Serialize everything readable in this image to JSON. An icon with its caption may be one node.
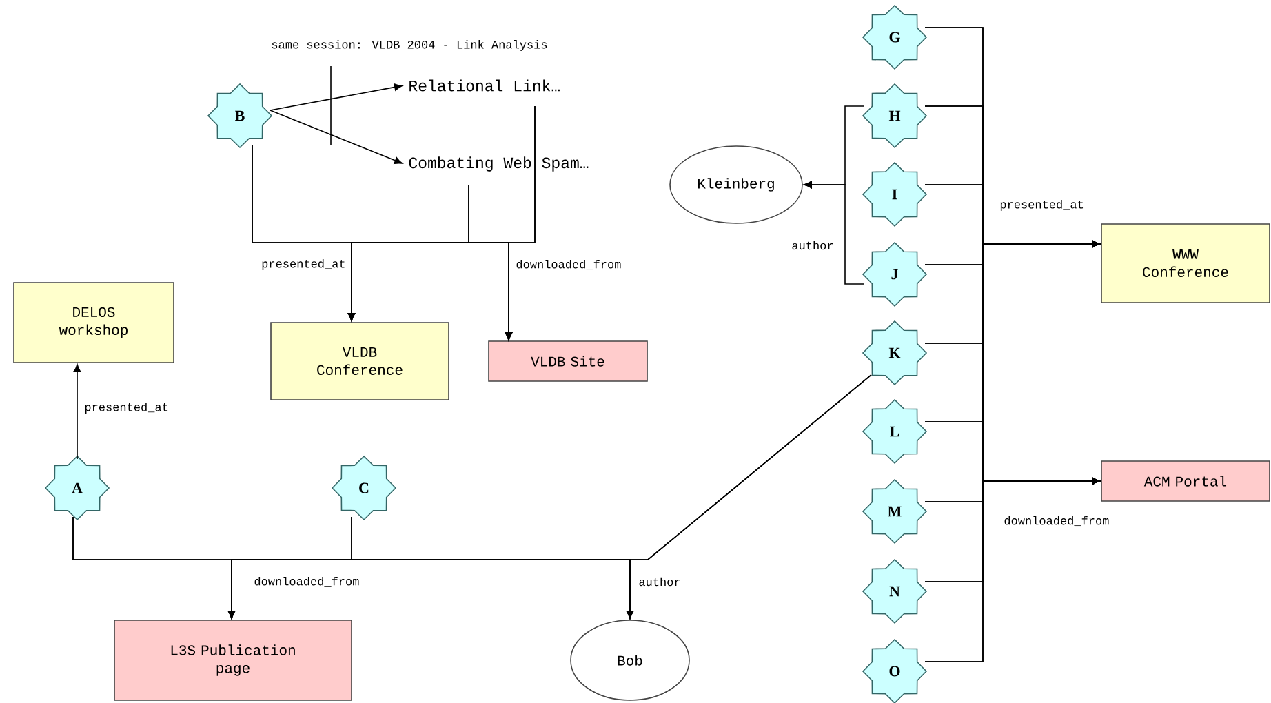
{
  "diagram": {
    "nodes": [
      {
        "text": [
          "B"
        ]
      },
      {
        "text": [
          "Relational Link…"
        ]
      },
      {
        "text": [
          "Combating Web Spam…"
        ]
      },
      {
        "text": [
          "VLDB Conference"
        ]
      },
      {
        "text": [
          "VLDB Site"
        ]
      },
      {
        "text": [
          "DELOS workshop"
        ]
      },
      {
        "text": [
          "A"
        ]
      },
      {
        "text": [
          "C"
        ]
      },
      {
        "text": [
          "L3S Publication page"
        ]
      },
      {
        "text": [
          "Bob"
        ]
      },
      {
        "text": [
          "Kleinberg"
        ]
      },
      {
        "text": [
          "G"
        ]
      },
      {
        "text": [
          "H"
        ]
      },
      {
        "text": [
          "I"
        ]
      },
      {
        "text": [
          "J"
        ]
      },
      {
        "text": [
          "K"
        ]
      },
      {
        "text": [
          "L"
        ]
      },
      {
        "text": [
          "M"
        ]
      },
      {
        "text": [
          "N"
        ]
      },
      {
        "text": [
          "O"
        ]
      },
      {
        "text": [
          "WWW Conference"
        ]
      },
      {
        "text": [
          "ACM Portal"
        ]
      }
    ],
    "edges": [
      {
        "from": 0,
        "to": 1,
        "arrow": "to"
      },
      {
        "from": 0,
        "to": 2,
        "arrow": "to"
      },
      {
        "from": 0,
        "to": 3,
        "arrow": "to",
        "label": "presented_at"
      },
      {
        "from": 0,
        "to": 4,
        "arrow": "to",
        "label": "downloaded_from"
      },
      {
        "from": 2,
        "to": 3,
        "arrow": "to"
      },
      {
        "from": 2,
        "to": 4,
        "arrow": "to"
      },
      {
        "from": 1,
        "to": 3,
        "arrow": "to"
      },
      {
        "from": 1,
        "to": 4,
        "arrow": "to"
      },
      {
        "from": 6,
        "to": 5,
        "arrow": "to",
        "label": "presented_at"
      },
      {
        "from": 6,
        "to": 8,
        "arrow": "to",
        "label": "downloaded_from"
      },
      {
        "from": 6,
        "to": 9,
        "arrow": "to",
        "label": "author"
      },
      {
        "from": 7,
        "to": 8,
        "arrow": "to"
      },
      {
        "from": 7,
        "to": 9,
        "arrow": "to"
      },
      {
        "from": 15,
        "to": 8,
        "arrow": "to"
      },
      {
        "from": 15,
        "to": 9,
        "arrow": "to"
      },
      {
        "from": 12,
        "to": 10,
        "arrow": "to"
      },
      {
        "from": 14,
        "to": 10,
        "arrow": "to",
        "label": "author"
      },
      {
        "from": 11,
        "to": 20,
        "arrow": "to",
        "label": "presented_at"
      },
      {
        "from": 12,
        "to": 20,
        "arrow": "to"
      },
      {
        "from": 13,
        "to": 20,
        "arrow": "to"
      },
      {
        "from": 14,
        "to": 20,
        "arrow": "to"
      },
      {
        "from": 15,
        "to": 20,
        "arrow": "to"
      },
      {
        "from": 16,
        "to": 20,
        "arrow": "to"
      },
      {
        "from": 17,
        "to": 20,
        "arrow": "to"
      },
      {
        "from": 18,
        "to": 20,
        "arrow": "to"
      },
      {
        "from": 19,
        "to": 20,
        "arrow": "to"
      },
      {
        "from": 11,
        "to": 21,
        "arrow": "to",
        "label": "downloaded_from"
      },
      {
        "from": 12,
        "to": 21,
        "arrow": "to"
      },
      {
        "from": 13,
        "to": 21,
        "arrow": "to"
      },
      {
        "from": 14,
        "to": 21,
        "arrow": "to"
      },
      {
        "from": 15,
        "to": 21,
        "arrow": "to"
      },
      {
        "from": 16,
        "to": 21,
        "arrow": "to"
      },
      {
        "from": 17,
        "to": 21,
        "arrow": "to"
      },
      {
        "from": 18,
        "to": 21,
        "arrow": "to"
      },
      {
        "from": 19,
        "to": 21,
        "arrow": "to"
      }
    ],
    "labels": [
      "same session: VLDB 2004 - Link Analysis"
    ]
  }
}
